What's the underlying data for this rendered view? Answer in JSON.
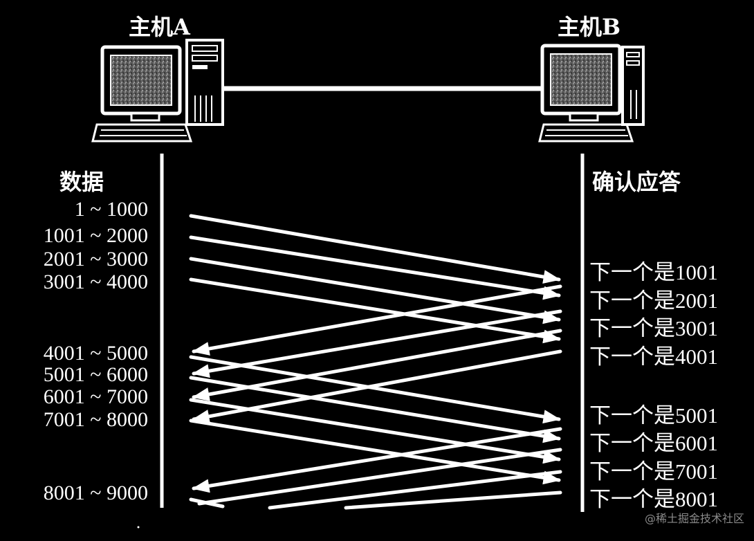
{
  "hosts": {
    "a": "主机A",
    "b": "主机B"
  },
  "columns": {
    "data_header": "数据",
    "ack_header": "确认应答"
  },
  "segments": [
    "1 ~ 1000",
    "1001 ~ 2000",
    "2001 ~ 3000",
    "3001 ~ 4000",
    "4001 ~ 5000",
    "5001 ~ 6000",
    "6001 ~ 7000",
    "7001 ~ 8000",
    "8001 ~ 9000"
  ],
  "acks": [
    "下一个是1001",
    "下一个是2001",
    "下一个是3001",
    "下一个是4001",
    "下一个是5001",
    "下一个是6001",
    "下一个是7001",
    "下一个是8001"
  ],
  "watermark": "@稀土掘金技术社区",
  "icons": {
    "host_a": "desktop-computer-icon",
    "host_b": "desktop-computer-icon"
  },
  "colors": {
    "background": "#000000",
    "foreground": "#ffffff"
  }
}
